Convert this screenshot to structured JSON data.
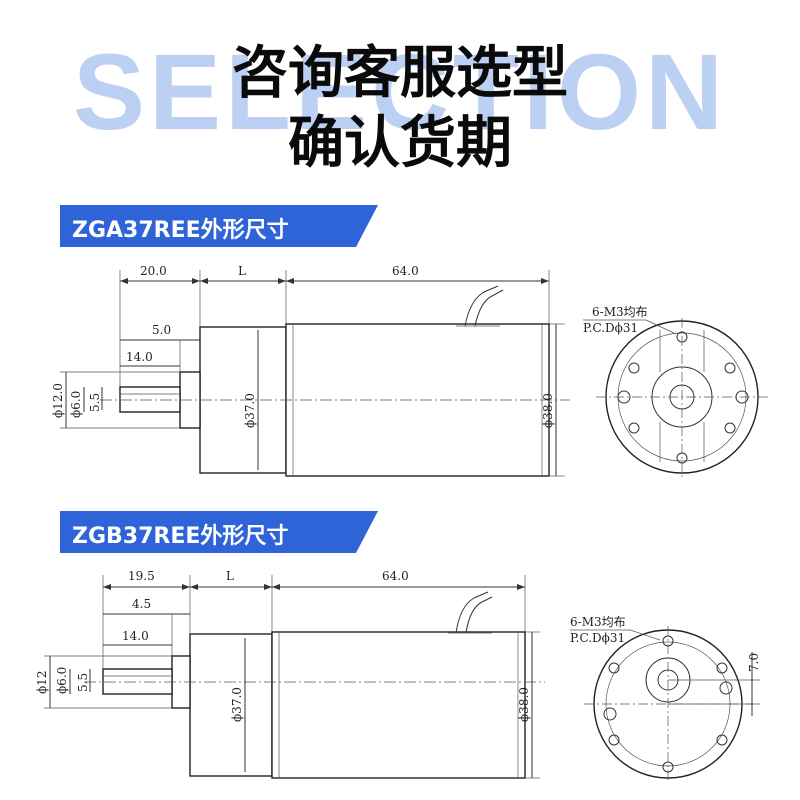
{
  "header": {
    "watermark": "SELECTION",
    "line1": "咨询客服选型",
    "line2": "确认货期"
  },
  "sections": [
    {
      "title": "ZGA37REE外形尺寸",
      "dims": {
        "d1": "20.0",
        "d2": "L",
        "d3": "64.0",
        "d4": "5.0",
        "d5": "14.0",
        "v1": "ϕ12.0",
        "v2": "ϕ6.0",
        "v3": "5.5",
        "v4": "ϕ37.0",
        "v5": "ϕ38.0"
      },
      "holes": "6-M3均布",
      "pcd": "P.C.Dϕ31"
    },
    {
      "title": "ZGB37REE外形尺寸",
      "dims": {
        "d1": "19.5",
        "d2": "L",
        "d3": "64.0",
        "d4": "4.5",
        "d5": "14.0",
        "v1": "ϕ12",
        "v2": "ϕ6.0",
        "v3": "5.5",
        "v4": "ϕ37.0",
        "v5": "ϕ38.0",
        "v6": "7.0"
      },
      "holes": "6-M3均布",
      "pcd": "P.C.Dϕ31"
    }
  ],
  "colors": {
    "banner": "#2f63d8",
    "watermark": "#bcd0f4"
  }
}
